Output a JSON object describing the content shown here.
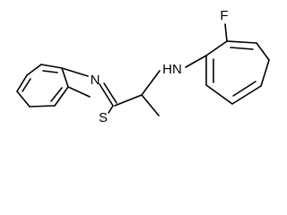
{
  "colors": {
    "bond": "#000000",
    "label": "#000000",
    "background": "#ffffff"
  },
  "atoms": {
    "nitrogen_ring": "N",
    "sulfur": "S",
    "amine": "HN",
    "fluorine": "F"
  }
}
